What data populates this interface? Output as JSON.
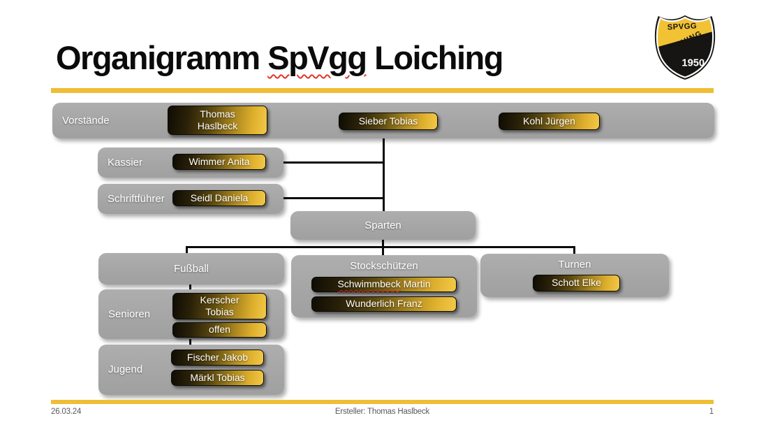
{
  "title": {
    "part1": "Organigramm ",
    "misspelled": "SpVgg",
    "part2": " Loiching"
  },
  "logo": {
    "top_text": "SPVGG",
    "diagonal_text": "LOICHING",
    "year": "1950"
  },
  "colors": {
    "accent_gold": "#EFBE35",
    "container_gray": "#A6A6A6",
    "box_gradient_dark": "#0F0C04",
    "box_gradient_gold": "#F3C948",
    "connector_black": "#0C0C0C",
    "spellcheck_red": "#E0352B"
  },
  "org": {
    "vorstaende": {
      "label": "Vorstände",
      "members": [
        "Thomas\nHaslbeck",
        "Sieber Tobias",
        "Kohl Jürgen"
      ]
    },
    "kassier": {
      "label": "Kassier",
      "member": "Wimmer Anita"
    },
    "schriftfuehrer": {
      "label": "Schriftführer",
      "member": "Seidl Daniela"
    },
    "sparten": {
      "label": "Sparten"
    },
    "fussball": {
      "label": "Fußball"
    },
    "senioren": {
      "label": "Senioren",
      "members": [
        "Kerscher\nTobias",
        "offen"
      ]
    },
    "jugend": {
      "label": "Jugend",
      "members": [
        "Fischer Jakob",
        "Märkl Tobias"
      ]
    },
    "stockschuetzen": {
      "label": "Stockschützen",
      "member1": {
        "misspelled": "Schwimmbeck",
        "rest": " Martin"
      },
      "member2": "Wunderlich Franz"
    },
    "turnen": {
      "label": "Turnen",
      "member": "Schott Elke"
    }
  },
  "footer": {
    "date": "26.03.24",
    "author": "Ersteller: Thomas Haslbeck",
    "page": "1"
  }
}
